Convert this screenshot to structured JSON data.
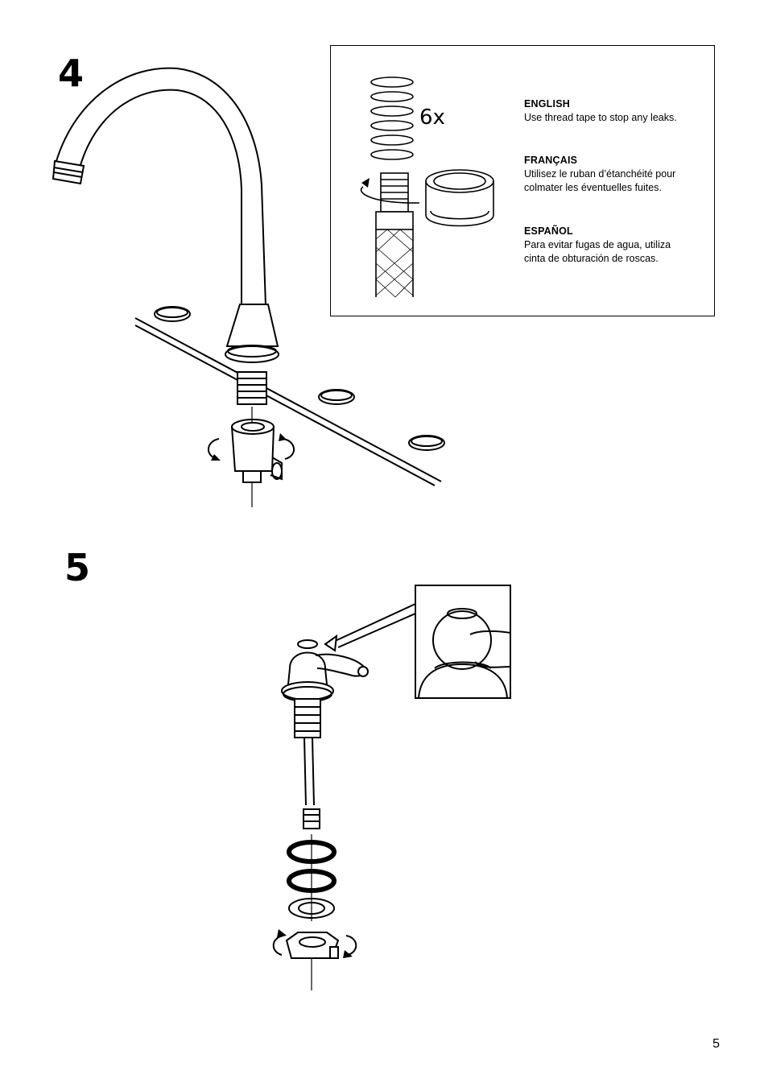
{
  "steps": {
    "four": {
      "number": "4"
    },
    "five": {
      "number": "5"
    }
  },
  "callout": {
    "repetition": "6x",
    "languages": [
      {
        "name": "ENGLISH",
        "text": "Use thread tape to stop any leaks."
      },
      {
        "name": "FRANÇAIS",
        "text": "Utilisez le ruban d’étanchéité pour colmater les éventuelles fuites."
      },
      {
        "name": "ESPAÑOL",
        "text": "Para evitar fugas de agua, utiliza cinta de obturación de roscas."
      }
    ]
  },
  "page_number": "5"
}
